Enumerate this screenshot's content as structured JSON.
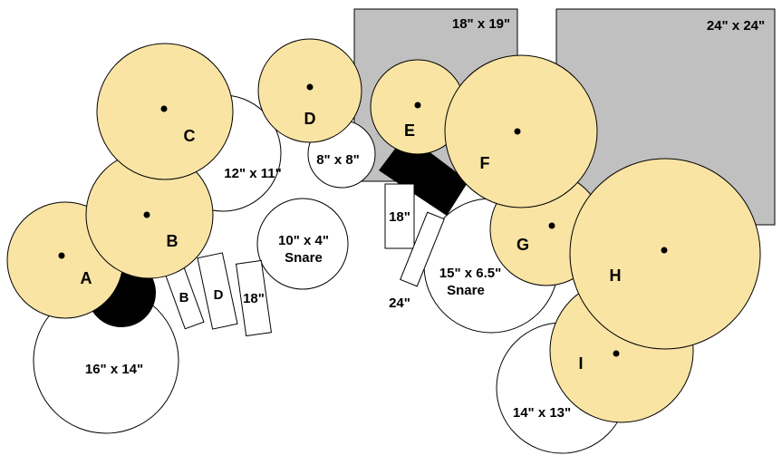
{
  "colors": {
    "cymbal": "#f9e4a4",
    "drum": "#ffffff",
    "amp": "#c0c0c0",
    "block": "#000000",
    "outline": "#000000"
  },
  "amps": {
    "left": "18\" x 19\"",
    "right": "24\" x 24\""
  },
  "drums": {
    "bass_left": "16\" x 14\"",
    "tom_12": "12\" x 11\"",
    "tom_8": "8\" x 8\"",
    "snare_10_size": "10\" x 4\"",
    "snare_10_name": "Snare",
    "snare_15_size": "15\" x 6.5\"",
    "snare_15_name": "Snare",
    "floor_14": "14\" x 13\""
  },
  "cymbals": {
    "a": "A",
    "b": "B",
    "c": "C",
    "d": "D",
    "e": "E",
    "f": "F",
    "g": "G",
    "h": "H",
    "i": "I"
  },
  "pedals": {
    "b": "B",
    "d": "D",
    "p18_left": "18\"",
    "p18_right": "18\"",
    "p24": "24\""
  }
}
